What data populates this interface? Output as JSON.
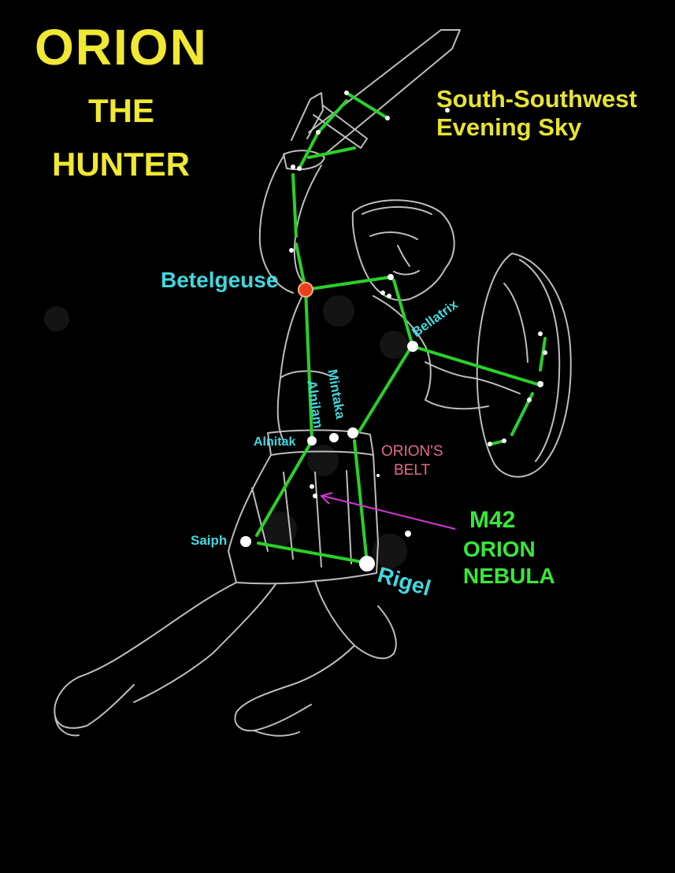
{
  "title": {
    "line1": "ORION",
    "line2": "THE",
    "line3": "HUNTER"
  },
  "subtitle": {
    "line1": "South-Southwest",
    "line2": "Evening Sky"
  },
  "labels": {
    "betelgeuse": "Betelgeuse",
    "bellatrix": "Bellatrix",
    "mintaka": "Mintaka",
    "alnilam": "Alnilam",
    "alnitak": "Alnitak",
    "belt_line1": "ORION'S",
    "belt_line2": "BELT",
    "m42": "M42",
    "nebula_line1": "ORION",
    "nebula_line2": "NEBULA",
    "saiph": "Saiph",
    "rigel": "Rigel"
  },
  "colors": {
    "background": "#000000",
    "title": "#f0e832",
    "subtitle": "#e8e430",
    "star_label": "#40d8e0",
    "belt_label": "#e06a8a",
    "nebula_label": "#38e838",
    "constellation_line": "#2ad02a",
    "figure_outline": "#c8c8c8",
    "arrow": "#d838d8",
    "betelgeuse_star": "#e84020",
    "star": "#ffffff"
  }
}
